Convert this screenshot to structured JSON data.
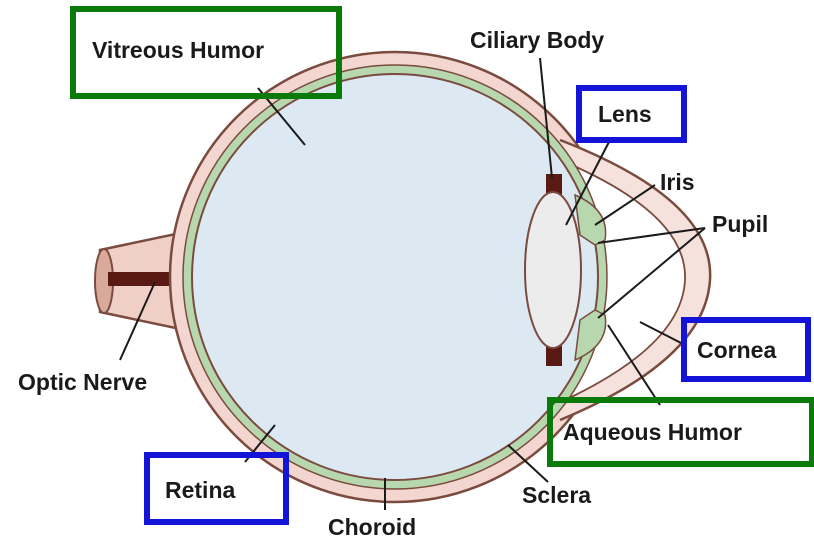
{
  "labels": {
    "vitreous_humor": "Vitreous Humor",
    "ciliary_body": "Ciliary Body",
    "lens": "Lens",
    "iris": "Iris",
    "pupil": "Pupil",
    "cornea": "Cornea",
    "aqueous_humor": "Aqueous Humor",
    "sclera": "Sclera",
    "choroid": "Choroid",
    "retina": "Retina",
    "optic_nerve": "Optic Nerve"
  },
  "highlight_colors": {
    "green_box": "#0a7a0a",
    "blue_box": "#1414d8"
  },
  "highlight_groups": {
    "green": [
      "Vitreous Humor",
      "Aqueous Humor"
    ],
    "blue": [
      "Lens",
      "Cornea",
      "Retina"
    ]
  },
  "colors": {
    "vitreous": "#dce9f3",
    "sclera": "#f2d6cf",
    "choroid": "#b7d8ae",
    "outline": "#7a4b3e",
    "dark_tissue": "#5a1a14",
    "lens_fill": "#ececec"
  }
}
